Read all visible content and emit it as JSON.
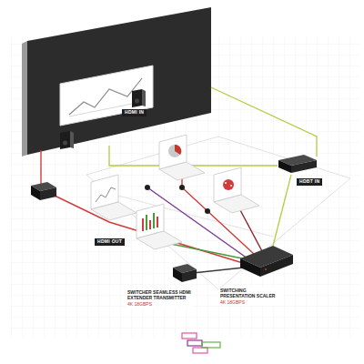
{
  "diagram": {
    "nodes": [
      {
        "text": [
          "HDMI IN"
        ]
      },
      {
        "text": [
          "HDBT IN"
        ]
      },
      {
        "text": [
          "HDMI OUT"
        ]
      },
      {
        "text": [
          "SWITCHER SEAMLESS HDMI EXTENDER TRANSMITTER",
          "4K 18GBPS"
        ]
      },
      {
        "text": [
          "SWITCHING PRESENTATION SCALER",
          "4K 18GBPS"
        ]
      }
    ]
  }
}
